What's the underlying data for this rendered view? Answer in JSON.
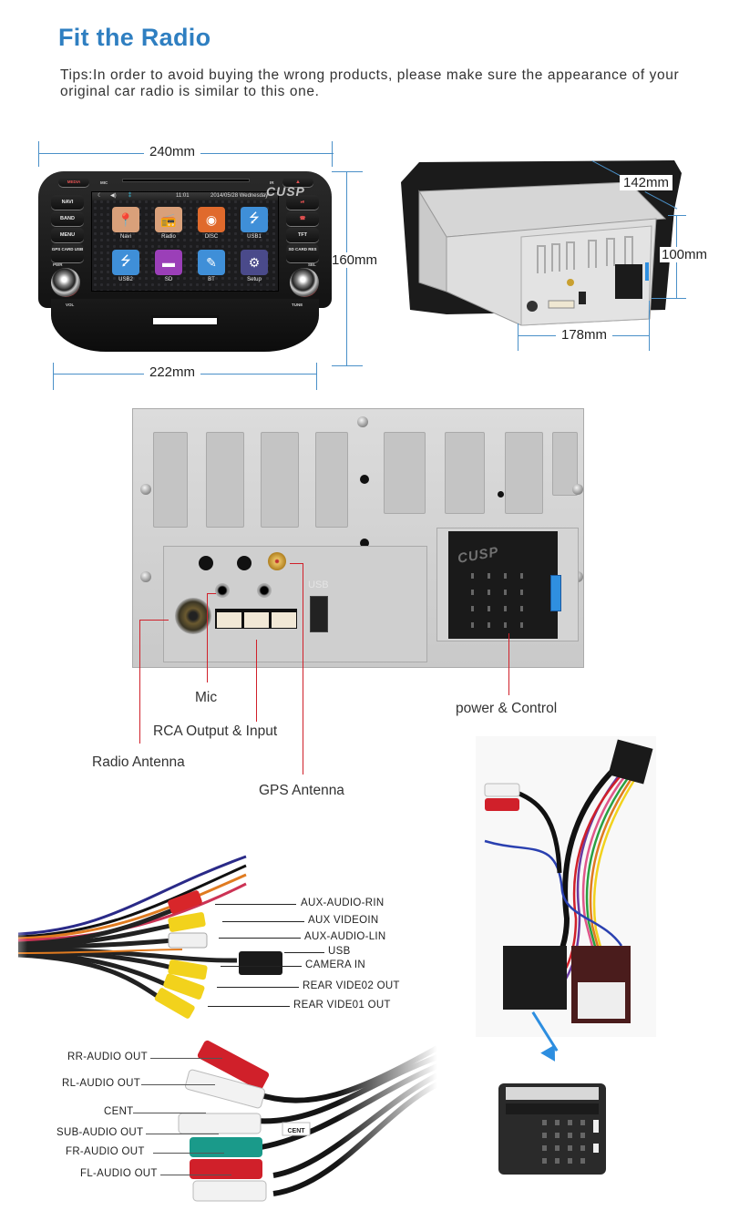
{
  "header": {
    "title": "Fit the Radio",
    "tips": "Tips:In order to avoid buying the wrong products, please make sure the appearance of your original car radio is similar to this one."
  },
  "colors": {
    "title": "#2f7fc1",
    "dimension_line": "#4a90c8",
    "callout_line": "#d0202a",
    "arrow": "#2d8ee0"
  },
  "front_view": {
    "dimensions": {
      "top_width": "240mm",
      "height": "160mm",
      "bottom_width": "222mm"
    },
    "buttons_left": [
      "NAVI",
      "BAND",
      "MENU",
      "GPS CARD USB"
    ],
    "buttons_right": [
      "⏯",
      "☎",
      "TFT",
      "SD CARD RES"
    ],
    "top_buttons": {
      "media": "MEDIA",
      "mic": "MIC",
      "ir": "IR",
      "eject": "▲"
    },
    "knob_labels": {
      "pwr": "PWR",
      "vol": "VOL",
      "sel": "SEL",
      "tune": "TUNE"
    },
    "watermark": "CUSP",
    "screen": {
      "time": "11:01",
      "date": "2014/05/28 Wednesday",
      "apps": [
        {
          "label": "Navi",
          "icon": "map-pin-icon",
          "color": "#d9a07a"
        },
        {
          "label": "Radio",
          "icon": "radio-icon",
          "color": "#d9a07a"
        },
        {
          "label": "DISC",
          "icon": "disc-icon",
          "color": "#e06a2c"
        },
        {
          "label": "USB1",
          "icon": "usb-icon",
          "color": "#3f8fd8"
        },
        {
          "label": "USB2",
          "icon": "usb-icon",
          "color": "#3f8fd8"
        },
        {
          "label": "SD",
          "icon": "folder-icon",
          "color": "#9b3fb8"
        },
        {
          "label": "BT",
          "icon": "bluetooth-icon",
          "color": "#3f8fd8"
        },
        {
          "label": "Setup",
          "icon": "gear-icon",
          "color": "#4a4a8a"
        }
      ]
    }
  },
  "side_view": {
    "dimensions": {
      "depth": "142mm",
      "height": "100mm",
      "width": "178mm"
    }
  },
  "rear_panel": {
    "watermark": "CUSP",
    "usb_text": "USB",
    "callouts": {
      "mic": "Mic",
      "rca": "RCA Output & Input",
      "radio_antenna": "Radio Antenna",
      "gps_antenna": "GPS Antenna",
      "power_control": "power & Control"
    }
  },
  "harness_video": {
    "labels": [
      "AUX-AUDIO-RIN",
      "AUX VIDEOIN",
      "AUX-AUDIO-LIN",
      "USB",
      "CAMERA IN",
      "REAR VIDE02 OUT",
      "REAR VIDE01 OUT"
    ]
  },
  "harness_audio": {
    "labels": [
      "RR-AUDIO OUT",
      "RL-AUDIO OUT",
      "CENT",
      "SUB-AUDIO OUT",
      "FR-AUDIO OUT",
      "FL-AUDIO OUT"
    ],
    "tag_text": "CENT"
  }
}
